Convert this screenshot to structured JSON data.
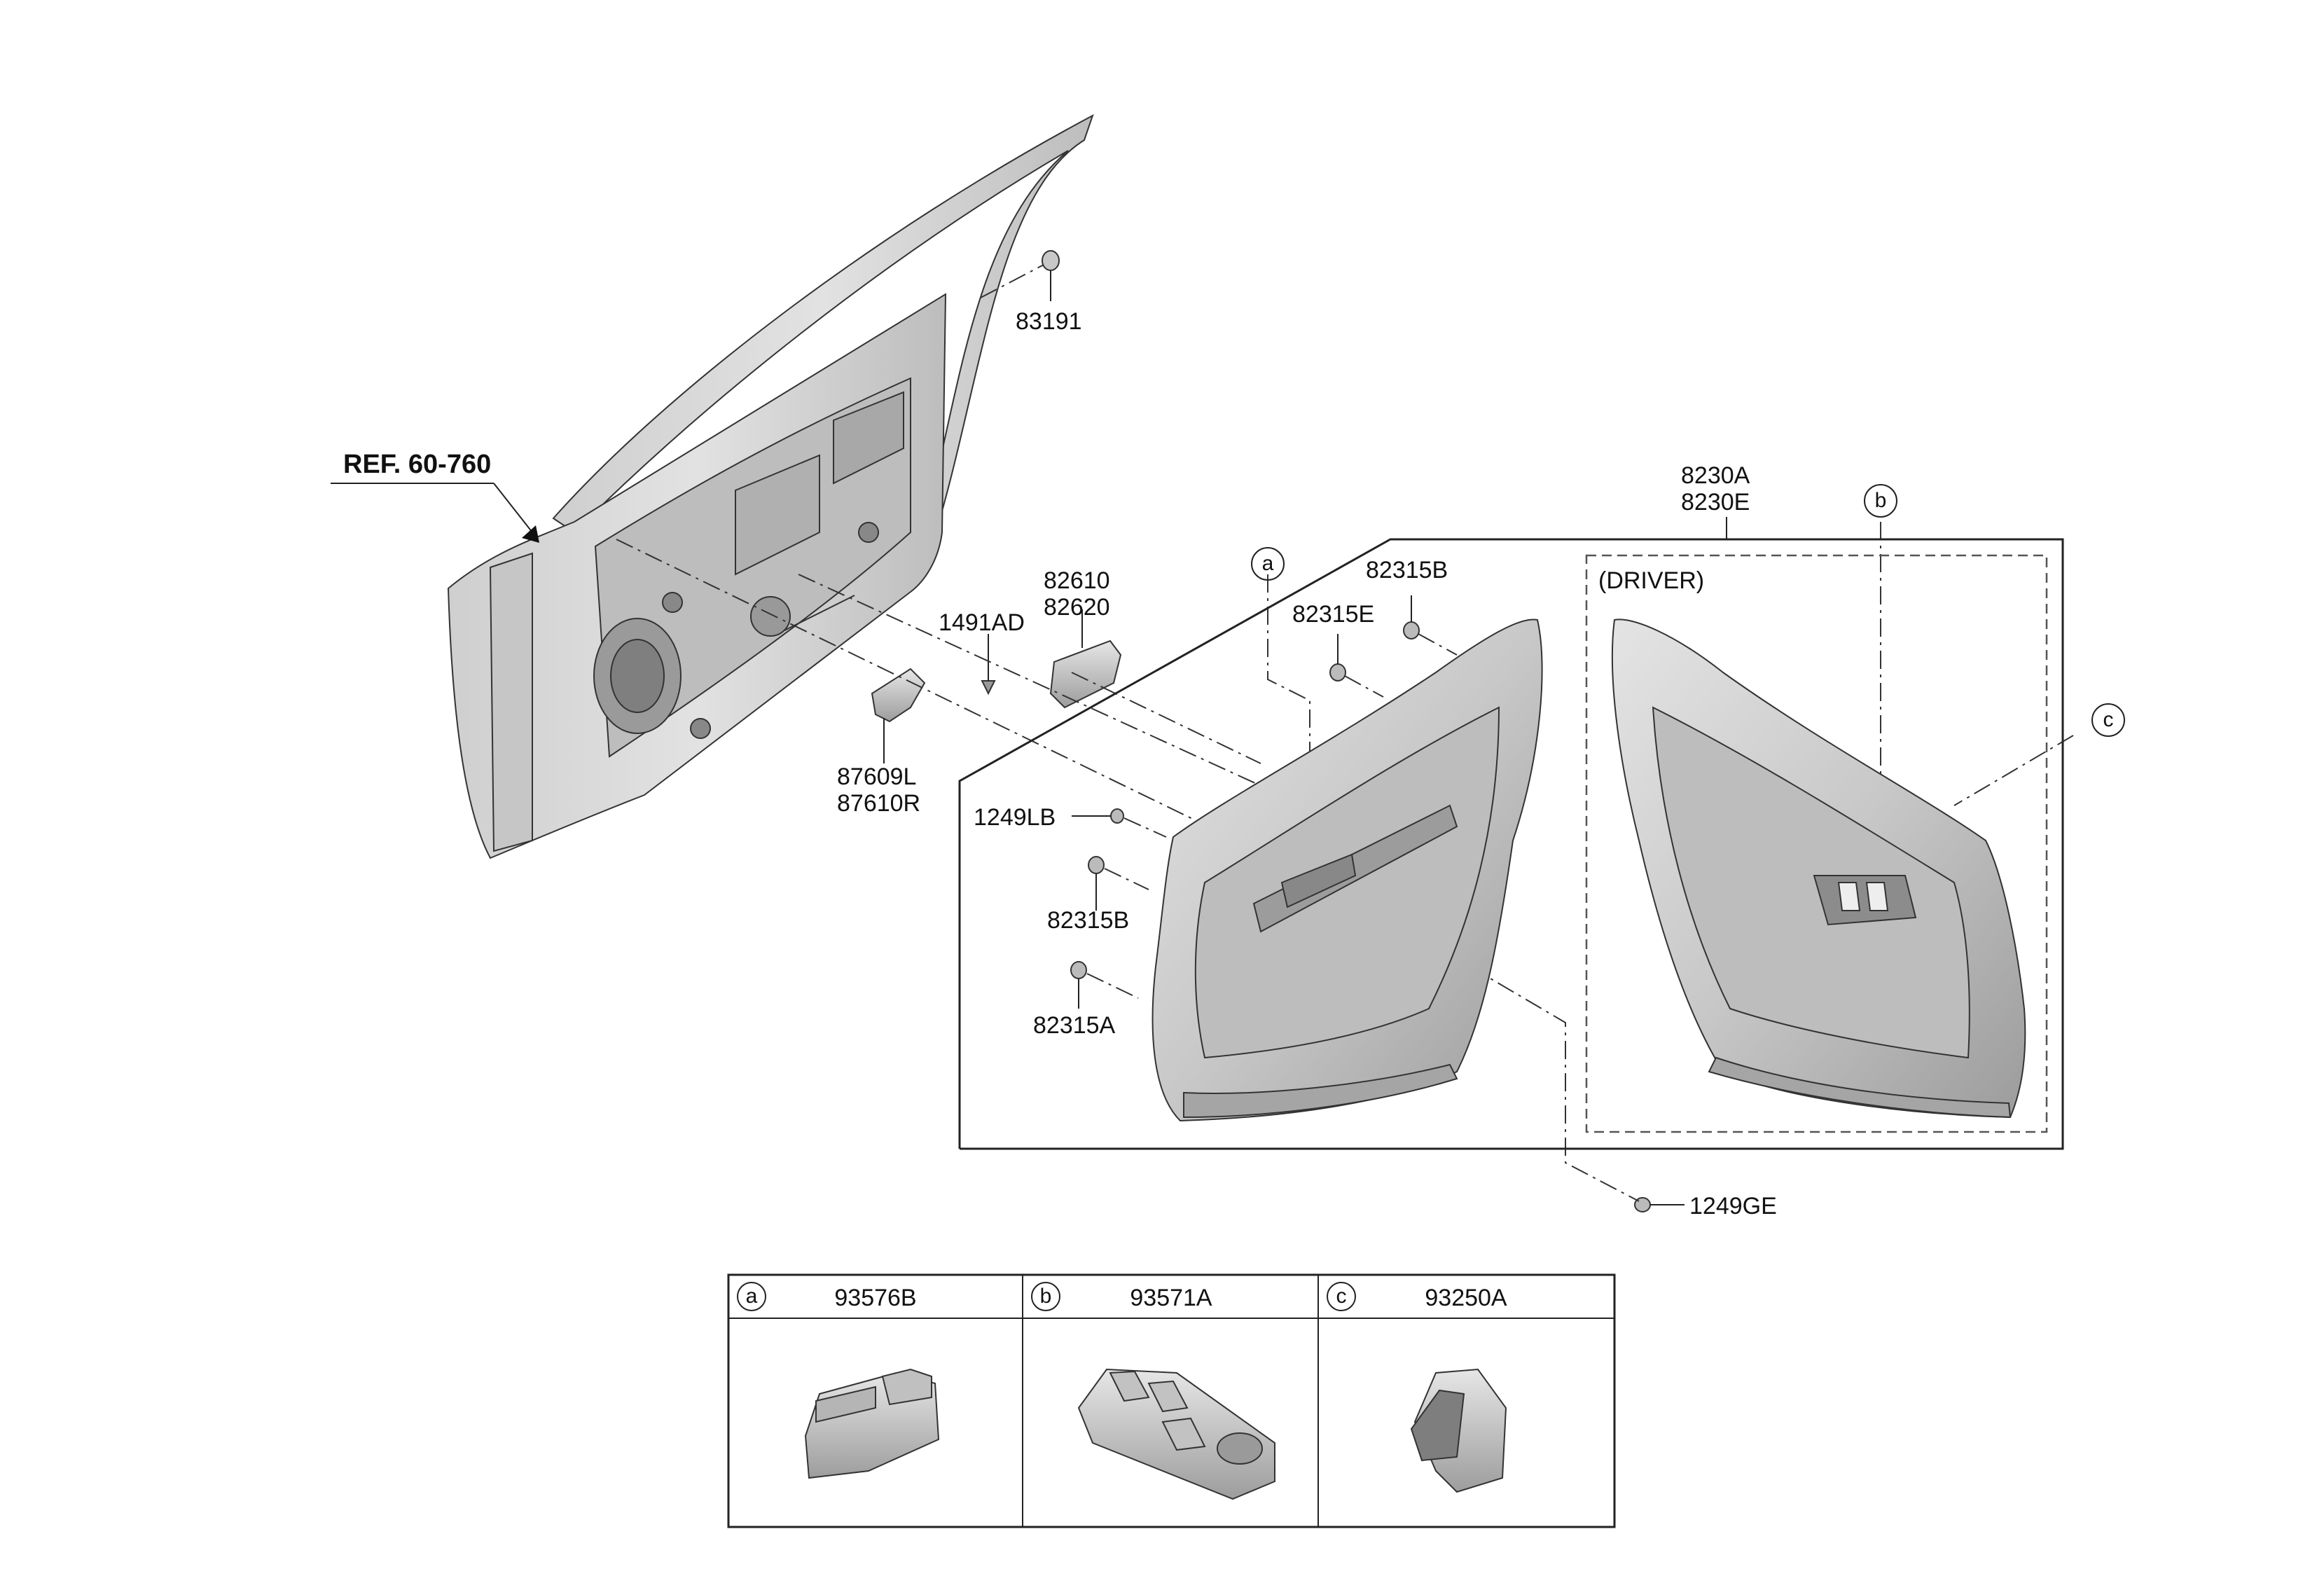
{
  "ref_label": "REF. 60-760",
  "labels": {
    "p83191": "83191",
    "p82610": "82610",
    "p82620": "82620",
    "p1491AD": "1491AD",
    "p87609L": "87609L",
    "p87610R": "87610R",
    "p8230A": "8230A",
    "p8230E": "8230E",
    "p82315B_top": "82315B",
    "p82315E": "82315E",
    "p1249LB": "1249LB",
    "p82315B_mid": "82315B",
    "p82315A": "82315A",
    "p1249GE": "1249GE",
    "driver": "(DRIVER)"
  },
  "callouts": {
    "a": "a",
    "b": "b",
    "c": "c"
  },
  "table": {
    "columns": [
      {
        "key": "a",
        "part": "93576B"
      },
      {
        "key": "b",
        "part": "93571A"
      },
      {
        "key": "c",
        "part": "93250A"
      }
    ]
  },
  "colors": {
    "line": "#222222",
    "part_fill": "#d6d6d6",
    "part_shade": "#a9a9a9"
  }
}
